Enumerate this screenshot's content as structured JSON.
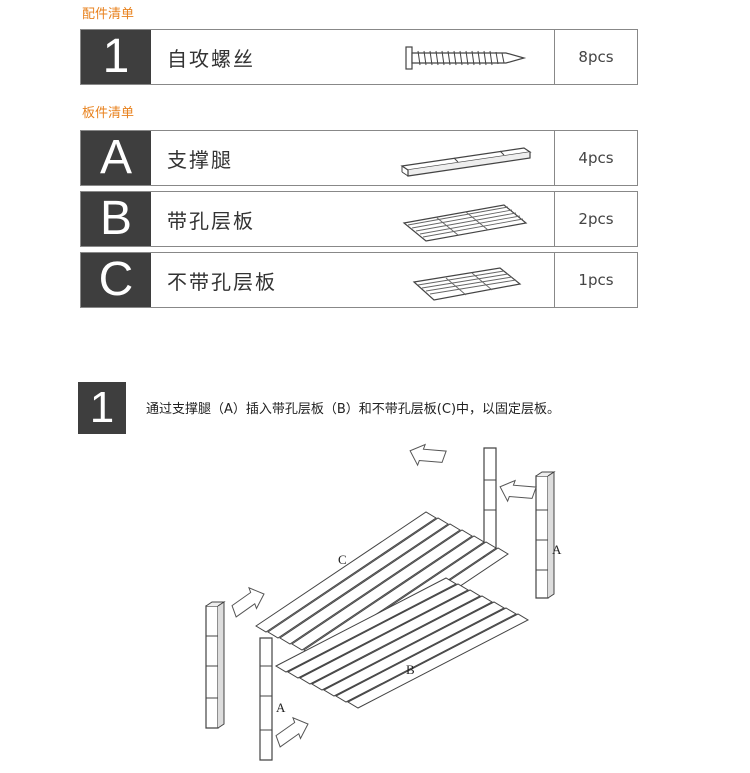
{
  "parts_title": "配件清单",
  "panels_title": "板件清单",
  "parts": [
    {
      "letter": "1",
      "name": "自攻螺丝",
      "qty": "8pcs",
      "icon": "screw-icon"
    }
  ],
  "panels": [
    {
      "letter": "A",
      "name": "支撑腿",
      "qty": "4pcs",
      "icon": "leg-icon"
    },
    {
      "letter": "B",
      "name": "带孔层板",
      "qty": "2pcs",
      "icon": "shelf-icon"
    },
    {
      "letter": "C",
      "name": "不带孔层板",
      "qty": "1pcs",
      "icon": "shelf-icon"
    }
  ],
  "step": {
    "number": "1",
    "text": "通过支撑腿（A）插入带孔层板（B）和不带孔层板(C)中，以固定层板。"
  },
  "diagram_labels": {
    "c": "C",
    "b": "B",
    "a1": "A",
    "a2": "A"
  }
}
